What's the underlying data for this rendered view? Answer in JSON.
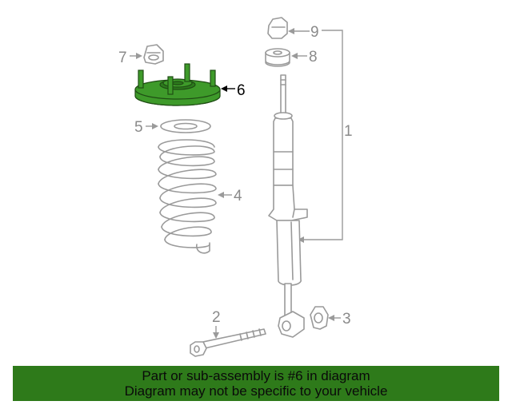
{
  "callouts": {
    "c1": "1",
    "c2": "2",
    "c3": "3",
    "c4": "4",
    "c5": "5",
    "c6": "6",
    "c7": "7",
    "c8": "8",
    "c9": "9"
  },
  "highlight_color": "#2e7a1a",
  "highlighted_part": "6",
  "banner": {
    "line1": "Part or sub-assembly is #6 in diagram",
    "line2": "Diagram may not be specific to your vehicle"
  }
}
